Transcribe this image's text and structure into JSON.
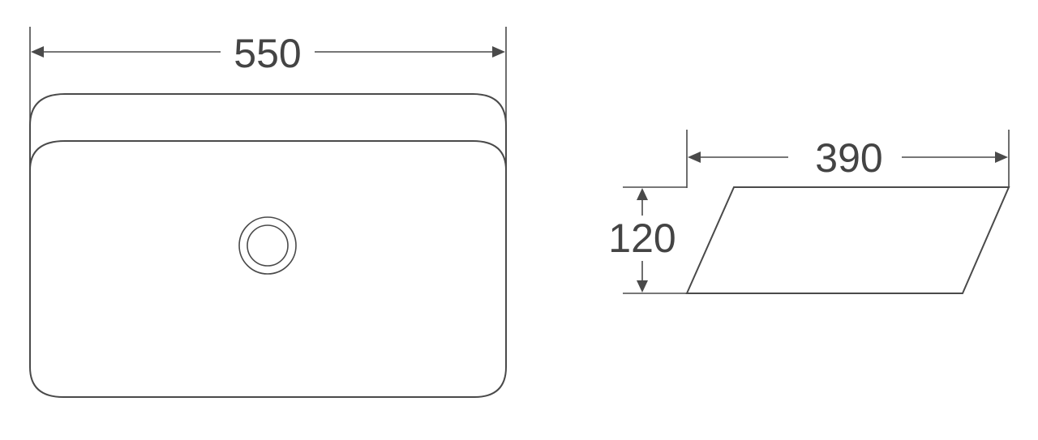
{
  "top_view": {
    "width_label": "550"
  },
  "side_view": {
    "depth_label": "390",
    "height_label": "120"
  },
  "colors": {
    "line": "#4a4a4a",
    "text": "#444444",
    "background": "#ffffff"
  }
}
